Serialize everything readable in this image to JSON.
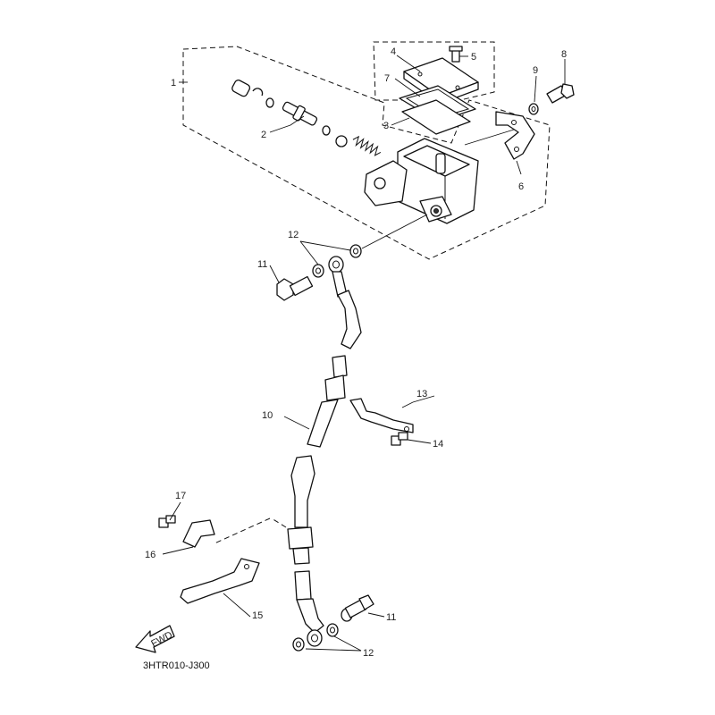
{
  "diagram": {
    "drawing_code": "3HTR010-J300",
    "direction_label": "FWD",
    "callouts": {
      "c1": "1",
      "c2": "2",
      "c3": "3",
      "c4": "4",
      "c5": "5",
      "c6": "6",
      "c7": "7",
      "c8": "8",
      "c9": "9",
      "c10": "10",
      "c11a": "11",
      "c11b": "11",
      "c12a": "12",
      "c12b": "12",
      "c13": "13",
      "c14": "14",
      "c15": "15",
      "c16": "16",
      "c17": "17"
    }
  }
}
